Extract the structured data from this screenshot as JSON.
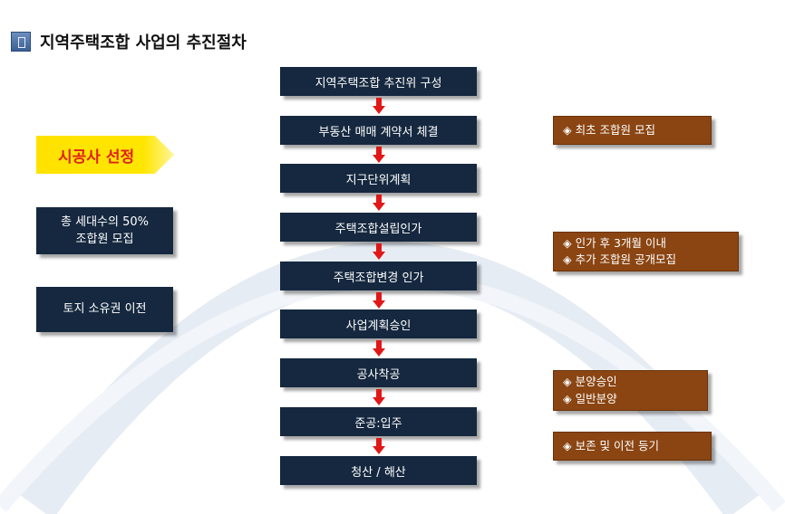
{
  "title": "지역주택조합 사업의 추진절차",
  "steps": [
    "지역주택조합 추진위 구성",
    "부동산 매매 계약서 체결",
    "지구단위계획",
    "주택조합설립인가",
    "주택조합변경 인가",
    "사업계획승인",
    "공사착공",
    "준공:입주",
    "청산 / 해산"
  ],
  "left": {
    "highlight": "시공사 선정",
    "box1_line1": "총 세대수의 50%",
    "box1_line2": "조합원 모집",
    "box2": "토지 소유권 이전"
  },
  "right": {
    "r1": "◈ 최초 조합원 모집",
    "r2_line1": "◈ 인가 후 3개월 이내",
    "r2_line2": "◈ 추가 조합원 공개모집",
    "r3_line1": "◈ 분양승인",
    "r3_line2": "◈ 일반분양",
    "r4": "◈ 보존 및 이전 등기"
  },
  "colors": {
    "step_box": "#15283f",
    "right_box": "#8a4512",
    "arrow": "#e01818",
    "highlight": "#ffe200",
    "highlight_text": "#e02020"
  }
}
